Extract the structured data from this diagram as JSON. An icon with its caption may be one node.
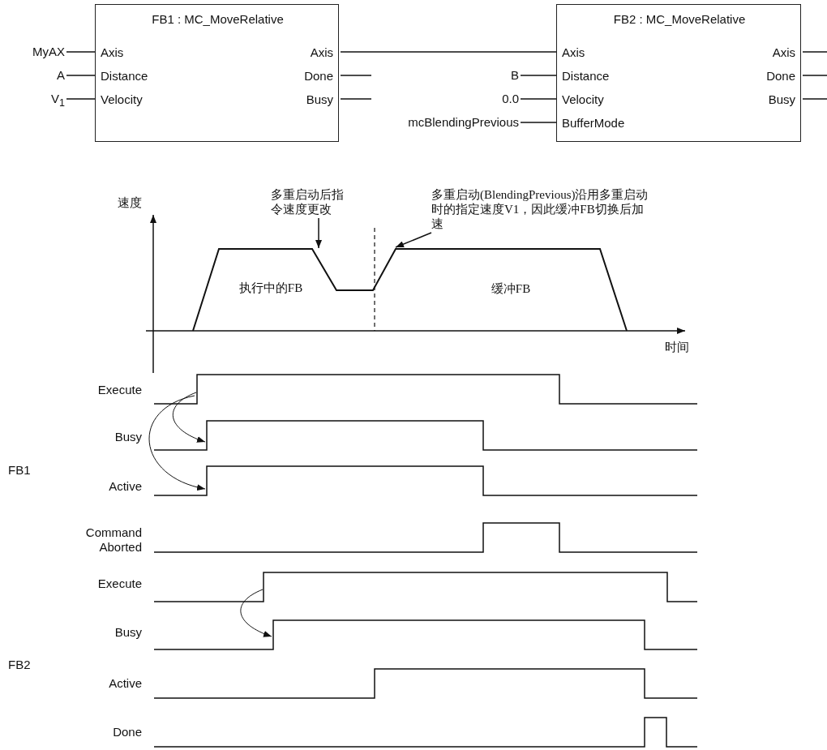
{
  "diagram": {
    "nodes": [
      {
        "text": [
          "FB1 : MC_MoveRelative",
          "Axis",
          "Distance",
          "Velocity",
          "Axis",
          "Done",
          "Busy"
        ]
      },
      {
        "text": [
          "FB2 : MC_MoveRelative",
          "Axis",
          "Distance",
          "Velocity",
          "BufferMode",
          "Axis",
          "Done",
          "Busy"
        ]
      },
      {
        "text": [
          "MyAX"
        ]
      },
      {
        "text": [
          "A"
        ]
      },
      {
        "text": [
          "V$_{1}$"
        ]
      },
      {
        "text": [
          "B"
        ]
      },
      {
        "text": [
          "0.0"
        ]
      },
      {
        "text": [
          "mcBlendingPrevious"
        ]
      },
      {
        "text": [
          "多重启动后指令速度更改"
        ]
      },
      {
        "text": [
          "多重启动(BlendingPrevious)沿用多重启动时的指定速度V1，因此缓冲FB切换后加速"
        ]
      },
      {
        "text": [],
        "shape": "line"
      },
      {
        "text": [],
        "shape": "line"
      },
      {
        "text": [],
        "shape": "line"
      },
      {
        "text": [],
        "shape": "line"
      },
      {
        "text": [],
        "shape": "line"
      },
      {
        "text": [],
        "shape": "line"
      },
      {
        "text": [],
        "shape": "line"
      },
      {
        "text": [],
        "shape": "line"
      },
      {
        "text": [],
        "shape": "line"
      }
    ],
    "edges": [
      {
        "from": 2,
        "to": 0,
        "arrow": "none"
      },
      {
        "from": 3,
        "to": 0,
        "arrow": "none"
      },
      {
        "from": 4,
        "to": 0,
        "arrow": "none"
      },
      {
        "from": 0,
        "to": 1,
        "arrow": "none"
      },
      {
        "from": 0,
        "to": null,
        "arrow": "none"
      },
      {
        "from": 0,
        "to": null,
        "arrow": "none"
      },
      {
        "from": 5,
        "to": 1,
        "arrow": "none"
      },
      {
        "from": 6,
        "to": 1,
        "arrow": "none"
      },
      {
        "from": 7,
        "to": 1,
        "arrow": "none"
      },
      {
        "from": 1,
        "to": null,
        "arrow": "none"
      },
      {
        "from": 1,
        "to": null,
        "arrow": "none"
      },
      {
        "from": 1,
        "to": null,
        "arrow": "none"
      },
      {
        "from": 8,
        "to": 10,
        "arrow": "to"
      },
      {
        "from": 9,
        "to": 10,
        "arrow": "to"
      },
      {
        "from": 11,
        "to": 12,
        "arrow": "to"
      },
      {
        "from": 11,
        "to": 13,
        "arrow": "to"
      },
      {
        "from": 15,
        "to": 16,
        "arrow": "to"
      }
    ],
    "labels": [
      "速度",
      "执行中的FB",
      "缓冲FB",
      "时间",
      "Execute",
      "Busy",
      "FB1",
      "Active",
      "Command Aborted",
      "Execute",
      "Busy",
      "FB2",
      "Active",
      "Done"
    ]
  }
}
